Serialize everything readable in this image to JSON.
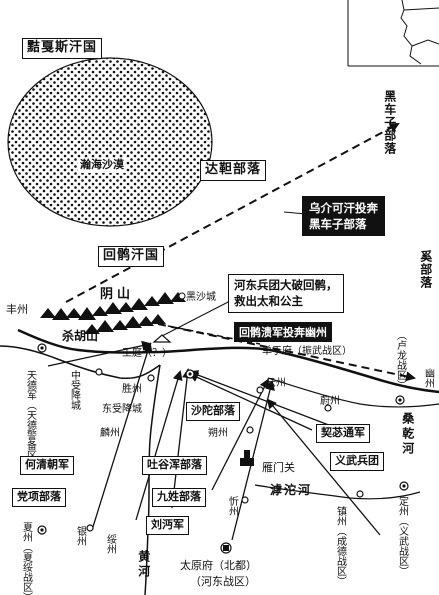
{
  "map": {
    "regions": {
      "xiajiasi": "黠戛斯汗国",
      "desert": "瀚海沙漠",
      "dadan": "达靼部落",
      "heichezi": "黑车子部落",
      "huihu": "回鹘汗国",
      "xi": "奚部落",
      "yinshan": "阴山",
      "shahu": "杀胡山",
      "heishacheng": "黑沙城",
      "fengzhou": "丰州",
      "tiande": "天德军（天德警备区）",
      "zhongshoujiang": "中受降城",
      "wangting": "王庭（？）",
      "shengzhou": "胜州",
      "dongshoujiang": "东受降城",
      "danyu": "单于府（振武战区）",
      "lulong": "（卢龙战区）",
      "youzhou": "幽州",
      "sanggan": "桑乾河",
      "yunzhou": "云州",
      "weizhou": "蔚州",
      "shuozhou": "朔州",
      "yanmen": "雁门关",
      "linzhou": "麟州",
      "dangxiang": "党项部落",
      "xiazhou": "夏州（夏绥战区）",
      "yinzhou": "银州",
      "suizhou": "绥州",
      "xinzhou": "忻州",
      "hutuo": "滹沱河",
      "zhenzhou": "镇州（成德战区）",
      "dingzhou": "定州（义武战区）",
      "taiyuan": "太原府（北都）",
      "hedong": "（河东战区）",
      "huanghe": "黄河"
    },
    "forces": {
      "shatuo": "沙陀部落",
      "qibi": "契苾通军",
      "yiwu": "义武兵团",
      "heqingchao": "何清朝军",
      "tuyuhun": "吐谷浑部落",
      "jiuxing": "九姓部落",
      "liumian": "刘沔军"
    },
    "annotations": {
      "wujie": [
        "乌介可汗投奔",
        "黑车子部落"
      ],
      "hedong_victory": [
        "河东兵团大破回鹘，",
        "救出太和公主"
      ],
      "huihu_flee": "回鹘溃军投奔幽州"
    }
  }
}
